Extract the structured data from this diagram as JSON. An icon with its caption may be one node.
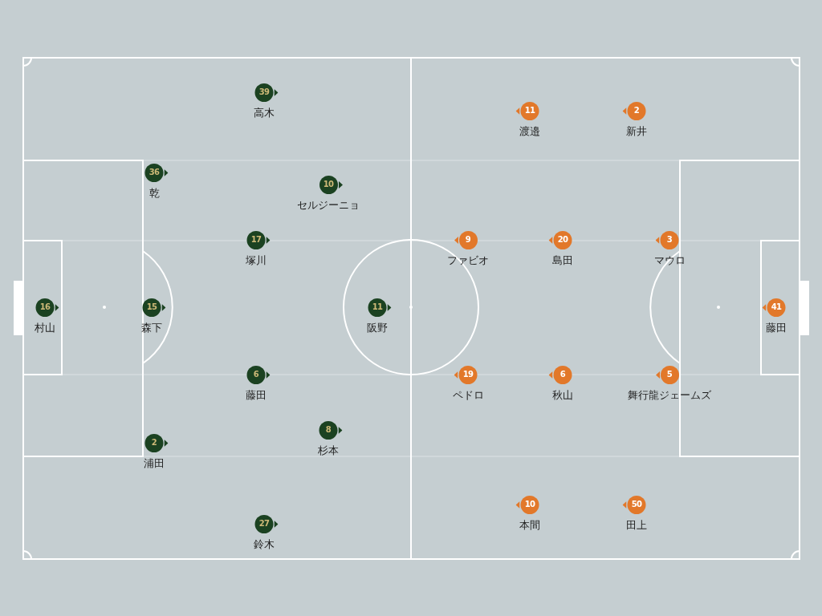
{
  "diagram": {
    "nodes": [
      {
        "text": [
          "39"
        ],
        "beside": [
          "高木"
        ]
      },
      {
        "text": [
          "36"
        ],
        "beside": [
          "乾"
        ]
      },
      {
        "text": [
          "10"
        ],
        "beside": [
          "セルジーニョ"
        ]
      },
      {
        "text": [
          "17"
        ],
        "beside": [
          "塚川"
        ]
      },
      {
        "text": [
          "16"
        ],
        "beside": [
          "村山"
        ]
      },
      {
        "text": [
          "15"
        ],
        "beside": [
          "森下"
        ]
      },
      {
        "text": [
          "11"
        ],
        "beside": [
          "阪野"
        ]
      },
      {
        "text": [
          "6"
        ],
        "beside": [
          "藤田"
        ]
      },
      {
        "text": [
          "8"
        ],
        "beside": [
          "杉本"
        ]
      },
      {
        "text": [
          "2"
        ],
        "beside": [
          "浦田"
        ]
      },
      {
        "text": [
          "27"
        ],
        "beside": [
          "鈴木"
        ]
      },
      {
        "text": [
          "11"
        ],
        "beside": [
          "渡邉"
        ]
      },
      {
        "text": [
          "2"
        ],
        "beside": [
          "新井"
        ]
      },
      {
        "text": [
          "9"
        ],
        "beside": [
          "ファビオ"
        ]
      },
      {
        "text": [
          "20"
        ],
        "beside": [
          "島田"
        ]
      },
      {
        "text": [
          "3"
        ],
        "beside": [
          "マウロ"
        ]
      },
      {
        "text": [
          "41"
        ],
        "beside": [
          "藤田"
        ]
      },
      {
        "text": [
          "19"
        ],
        "beside": [
          "ペドロ"
        ]
      },
      {
        "text": [
          "6"
        ],
        "beside": [
          "秋山"
        ]
      },
      {
        "text": [
          "5"
        ],
        "beside": [
          "舞行龍ジェームズ"
        ]
      },
      {
        "text": [
          "10"
        ],
        "beside": [
          "本間"
        ]
      },
      {
        "text": [
          "50"
        ],
        "beside": [
          "田上"
        ]
      }
    ]
  }
}
